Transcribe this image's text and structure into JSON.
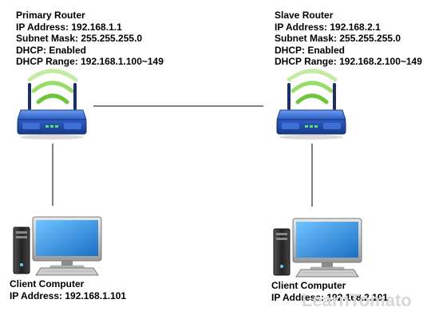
{
  "primary_router": {
    "name": "Primary Router",
    "ip": "IP Address: 192.168.1.1",
    "subnet": "Subnet Mask: 255.255.255.0",
    "dhcp": "DHCP: Enabled",
    "range": "DHCP Range: 192.168.1.100~149"
  },
  "slave_router": {
    "name": "Slave Router",
    "ip": "IP Address: 192.168.2.1",
    "subnet": "Subnet Mask: 255.255.255.0",
    "dhcp": "DHCP: Enabled",
    "range": "DHCP Range: 192.168.2.100~149"
  },
  "client_left": {
    "name": "Client Computer",
    "ip": "IP Address: 192.168.1.101"
  },
  "client_right": {
    "name": "Client Computer",
    "ip": "IP Address: 192.168.2.101"
  },
  "watermark": "LearnTomato",
  "colors": {
    "router_blue": "#2f63c8",
    "router_dark": "#1c3f8f",
    "wifi_green": "#6cc53a",
    "screen_blue": "#2f8fe0",
    "line": "#000000"
  },
  "icons": {
    "router": "wireless-router-icon",
    "computer": "desktop-computer-icon"
  }
}
